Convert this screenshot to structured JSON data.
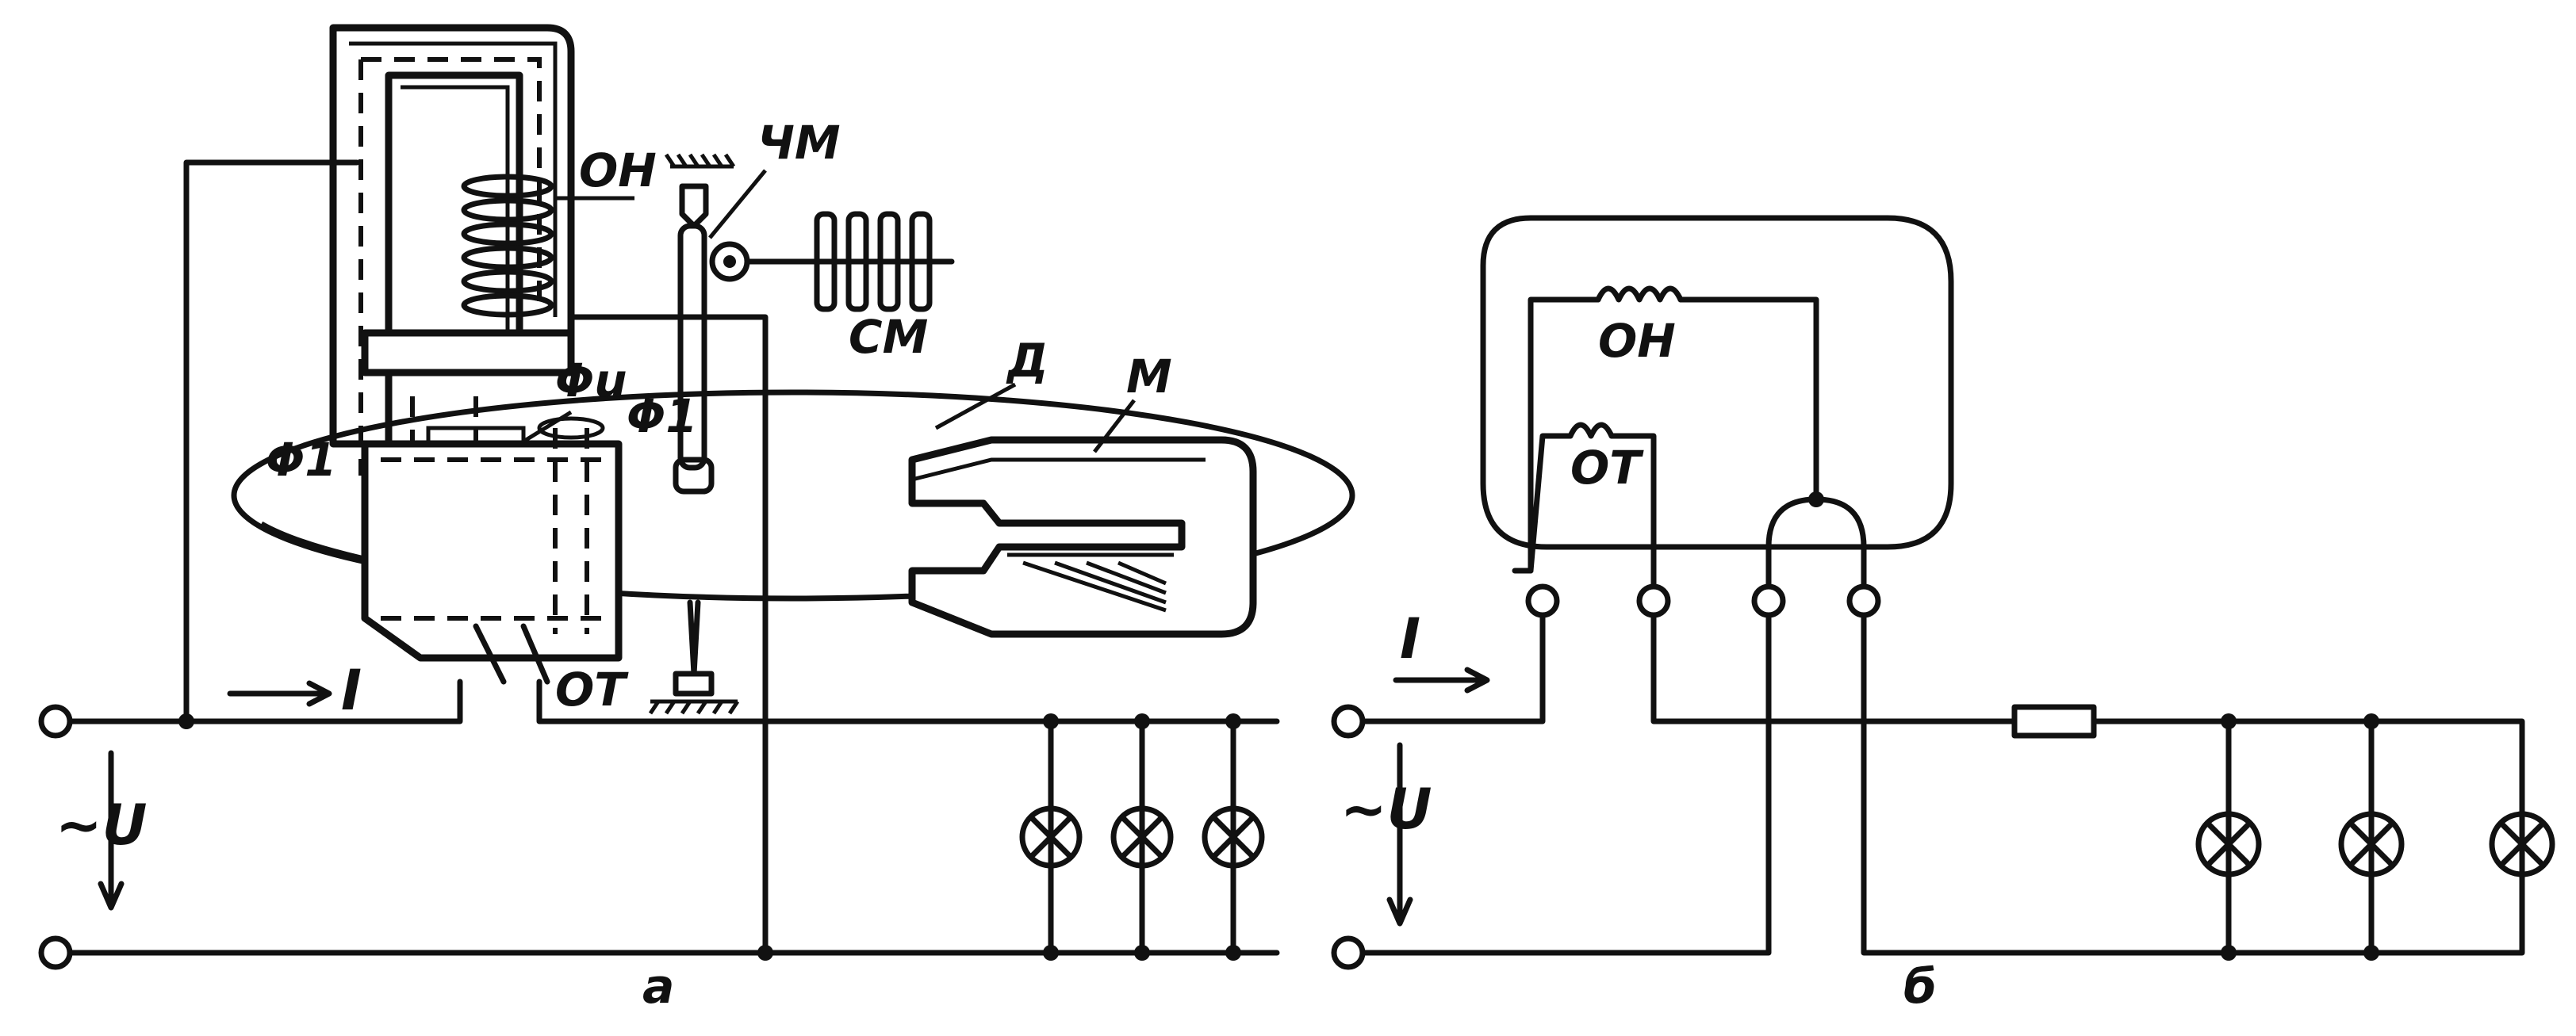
{
  "figure_a": {
    "labels": {
      "voltage_coil": "ОН",
      "counter_mechanism": "ЧМ",
      "counting_mechanism": "СМ",
      "disk": "Д",
      "magnet": "М",
      "current_coil": "ОТ",
      "flux_u": "Φu",
      "flux_1_left": "Φ1",
      "flux_1_right": "Φ1",
      "current": "I",
      "voltage": "~U"
    },
    "caption": "а"
  },
  "figure_b": {
    "labels": {
      "voltage_coil": "ОН",
      "current_coil": "ОТ",
      "current": "I",
      "voltage": "~U"
    },
    "caption": "б"
  }
}
